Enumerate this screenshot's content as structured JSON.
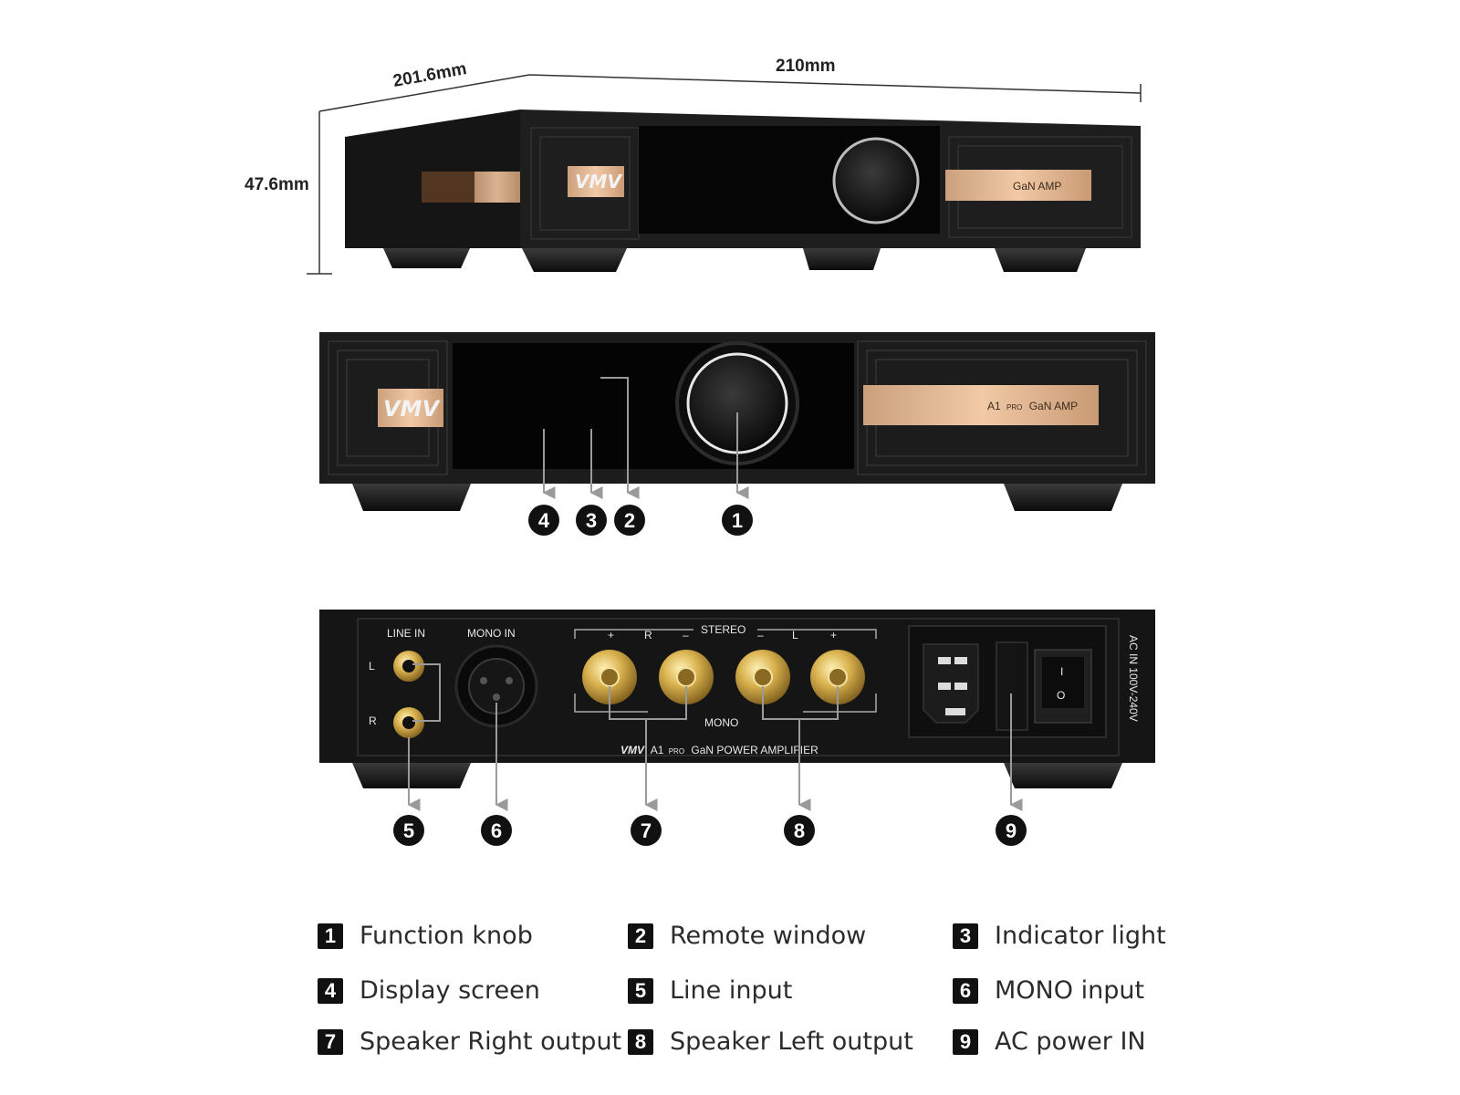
{
  "dimensions": {
    "depth": "201.6mm",
    "width": "210mm",
    "height": "47.6mm"
  },
  "front_panel": {
    "brand": "VMV",
    "plate_model": "A1",
    "plate_suffix": "PRO",
    "plate_product": "GaN AMP"
  },
  "rear_panel": {
    "line_in": "LINE IN",
    "mono_in": "MONO IN",
    "stereo": "STEREO",
    "mono": "MONO",
    "left": "L",
    "right": "R",
    "plus": "+",
    "minus": "–",
    "model": "A1",
    "model_suffix": "PRO",
    "product": "GaN POWER AMPLIFIER",
    "ac_in": "AC IN 100V-240V",
    "switch_on": "I",
    "switch_off": "O"
  },
  "callouts": {
    "c1": "1",
    "c2": "2",
    "c3": "3",
    "c4": "4",
    "c5": "5",
    "c6": "6",
    "c7": "7",
    "c8": "8",
    "c9": "9"
  },
  "legend": [
    {
      "num": "1",
      "label": "Function knob"
    },
    {
      "num": "2",
      "label": "Remote window"
    },
    {
      "num": "3",
      "label": "Indicator light"
    },
    {
      "num": "4",
      "label": "Display screen"
    },
    {
      "num": "5",
      "label": "Line input"
    },
    {
      "num": "6",
      "label": "MONO input"
    },
    {
      "num": "7",
      "label": "Speaker Right output"
    },
    {
      "num": "8",
      "label": "Speaker Left output"
    },
    {
      "num": "9",
      "label": "AC power IN"
    }
  ],
  "colors": {
    "chassis": "#1b1b1b",
    "gold_plate": "#d9a882",
    "brass": "#c9a24a",
    "callout": "#111111"
  }
}
